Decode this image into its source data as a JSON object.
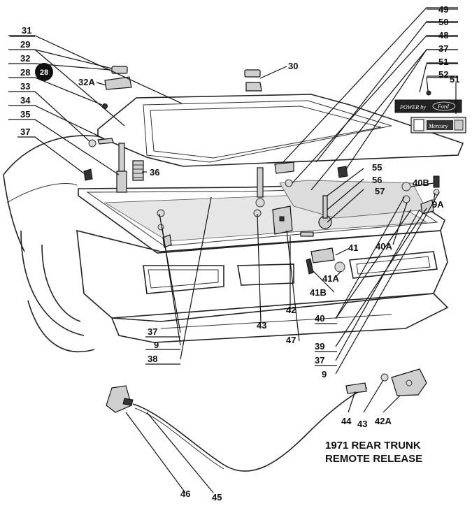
{
  "badge": "28",
  "caption": {
    "line1": "1971 REAR TRUNK",
    "line2": "REMOTE RELEASE"
  },
  "emblems": {
    "power_label": "POWER by",
    "ford_script": "Ford",
    "model_script": "Mercury"
  },
  "callouts": {
    "c31": "31",
    "c29": "29",
    "c32": "32",
    "c28": "28",
    "c33": "33",
    "c34": "34",
    "c35": "35",
    "c37_left": "37",
    "c32A": "32A",
    "c30": "30",
    "c36": "36",
    "c49": "49",
    "c50": "50",
    "c48": "48",
    "c37_right": "37",
    "c51_top": "51",
    "c52": "52",
    "c51_right": "51",
    "c55": "55",
    "c56": "56",
    "c57": "57",
    "c40B": "40B",
    "c9A": "9A",
    "c40A": "40A",
    "c41": "41",
    "c41A": "41A",
    "c41B": "41B",
    "c42": "42",
    "c43": "43",
    "c47": "47",
    "c40": "40",
    "c39": "39",
    "c37_bottom": "37",
    "c9_right": "9",
    "c37_lower_left": "37",
    "c9_left": "9",
    "c38": "38",
    "c44": "44",
    "c43b": "43",
    "c42A": "42A",
    "c46": "46",
    "c45": "45"
  }
}
